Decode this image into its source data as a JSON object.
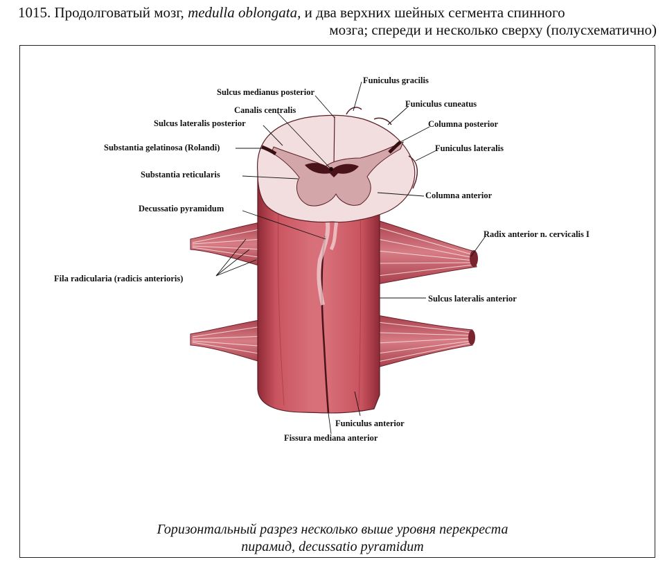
{
  "heading": {
    "number": "1015.",
    "pre": "Продолговатый мозг,",
    "latin": "medulla oblongata,",
    "post": "и два верхних шейных сегмента спинного",
    "line2": "мозга; спереди и несколько сверху (полусхематично)"
  },
  "labels": {
    "funiculus_gracilis": "Funiculus gracilis",
    "sulcus_medianus_posterior": "Sulcus medianus posterior",
    "funiculus_cuneatus": "Funiculus cuneatus",
    "canalis_centralis": "Canalis centralis",
    "sulcus_lateralis_posterior": "Sulcus lateralis posterior",
    "columna_posterior": "Columna posterior",
    "substantia_gelatinosa": "Substantia gelatinosa (Rolandi)",
    "funiculus_lateralis": "Funiculus lateralis",
    "substantia_reticularis": "Substantia reticularis",
    "columna_anterior": "Columna anterior",
    "decussatio_pyramidum": "Decussatio pyramidum",
    "radix_anterior": "Radix anterior n. cervicalis I",
    "fila_radicularia": "Fila radicularia (radicis anterioris)",
    "sulcus_lateralis_anterior": "Sulcus lateralis anterior",
    "funiculus_anterior": "Funiculus anterior",
    "fissura_mediana_anterior": "Fissura mediana anterior"
  },
  "caption": {
    "line1": "Горизонтальный разрез несколько выше уровня перекреста",
    "line2_pre": "пирамид,",
    "line2_latin": "decussatio pyramidum"
  },
  "colors": {
    "tissue": "#c9545f",
    "tissue_dark": "#8e2a36",
    "section_surface": "#f2dede",
    "grey_matter": "#5a1e26"
  }
}
